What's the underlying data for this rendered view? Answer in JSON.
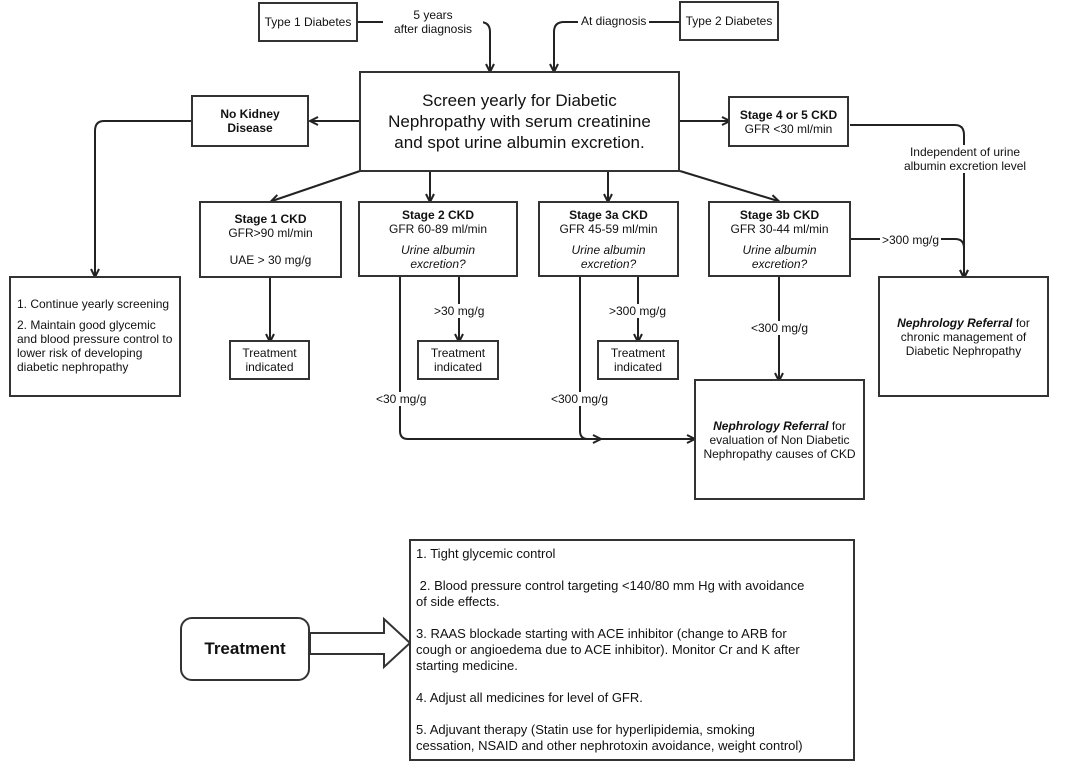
{
  "inputs": {
    "type1": "Type 1 Diabetes",
    "type2": "Type 2 Diabetes",
    "type1_timing": [
      "5 years",
      "after diagnosis"
    ],
    "type2_timing": "At diagnosis"
  },
  "screen": [
    "Screen yearly for Diabetic",
    "Nephropathy with serum creatinine",
    "and spot urine albumin excretion."
  ],
  "no_kidney": [
    "No Kidney",
    "Disease"
  ],
  "stage45": {
    "title": "Stage 4 or 5 CKD",
    "gfr": "GFR <30 ml/min"
  },
  "independent_label": [
    "Independent of urine",
    "albumin excretion level"
  ],
  "stages": [
    {
      "title": "Stage 1 CKD",
      "gfr": "GFR>90 ml/min",
      "extra": "UAE > 30 mg/g"
    },
    {
      "title": "Stage 2 CKD",
      "gfr": "GFR 60-89 ml/min",
      "question": [
        "Urine albumin",
        "excretion?"
      ]
    },
    {
      "title": "Stage 3a CKD",
      "gfr": "GFR 45-59 ml/min",
      "question": [
        "Urine albumin",
        "excretion?"
      ]
    },
    {
      "title": "Stage 3b CKD",
      "gfr": "GFR 30-44 ml/min",
      "question": [
        "Urine albumin",
        "excretion?"
      ]
    }
  ],
  "treatment_indicated": [
    "Treatment",
    "indicated"
  ],
  "thresholds": {
    "s2_high": ">30 mg/g",
    "s2_low": "<30 mg/g",
    "s3a_high": ">300 mg/g",
    "s3a_low": "<300 mg/g",
    "s3b_high": ">300 mg/g",
    "s3b_low": "<300 mg/g"
  },
  "no_kidney_actions": [
    "1. Continue yearly screening",
    [
      "2. Maintain good glycemic",
      "and blood pressure control to",
      "lower risk of developing",
      "diabetic nephropathy"
    ]
  ],
  "referral_chronic": {
    "emph": "Nephrology Referral",
    "rest1": " for",
    "lines": [
      "chronic management of",
      "Diabetic Nephropathy"
    ]
  },
  "referral_nondiabetic": {
    "emph": "Nephrology Referral",
    "rest1": " for",
    "lines": [
      "evaluation of Non Diabetic",
      "Nephropathy causes of CKD"
    ]
  },
  "treatment": {
    "label": "Treatment",
    "items": [
      [
        "1. Tight glycemic control"
      ],
      [
        " 2. Blood pressure control targeting <140/80 mm Hg with avoidance",
        "of side effects."
      ],
      [
        "3. RAAS blockade starting with ACE inhibitor (change to ARB for",
        "cough or angioedema due to ACE inhibitor). Monitor Cr and K after",
        "starting medicine."
      ],
      [
        "4. Adjust all medicines for level of GFR."
      ],
      [
        "5. Adjuvant therapy (Statin use for hyperlipidemia, smoking",
        "cessation, NSAID and other nephrotoxin avoidance, weight control)"
      ]
    ]
  }
}
